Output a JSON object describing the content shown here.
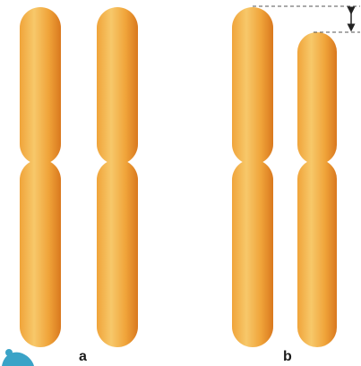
{
  "figure": {
    "pairs": [
      {
        "label": "a",
        "chromosomes": [
          {
            "name": "chromosome-a-left",
            "arm_relation": "normal"
          },
          {
            "name": "chromosome-a-right",
            "arm_relation": "normal"
          }
        ]
      },
      {
        "label": "b",
        "chromosomes": [
          {
            "name": "chromosome-b-left",
            "arm_relation": "normal"
          },
          {
            "name": "chromosome-b-right",
            "arm_relation": "shortened-top-arm"
          }
        ]
      }
    ],
    "colors": {
      "chromosome_light": "#f7c86a",
      "chromosome_mid": "#f0a43a",
      "chromosome_dark": "#d9781e",
      "dashed_line": "#555555",
      "arrow": "#222222",
      "corner_mark": "#3aa3c7"
    },
    "icons": {
      "deletion_arrow": "double-headed-vertical-arrow-icon"
    }
  }
}
